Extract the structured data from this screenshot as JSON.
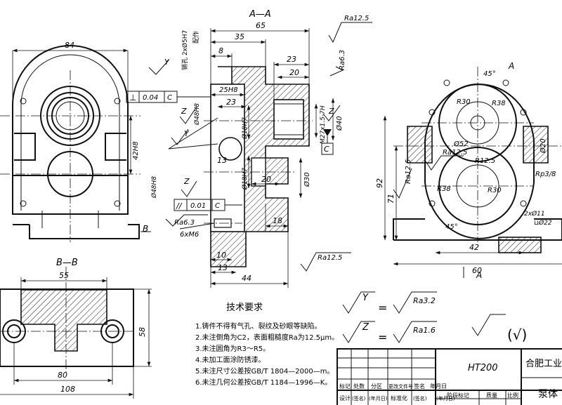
{
  "views": {
    "section_aa": "A—A",
    "section_bb": "B—B",
    "cut_label_a": "A",
    "cut_label_b": "B"
  },
  "dims": {
    "w84": "84",
    "h42": "42H8",
    "w65": "65",
    "w35": "35",
    "w8": "8",
    "w23a": "23",
    "w20a": "20",
    "h25": "25H8",
    "w23b": "23",
    "d18a": "Ø18H7",
    "d18b": "Ø18H7",
    "d48a": "Ø48H8",
    "d48b": "Ø48H8",
    "thread": "M27x1.5-7H",
    "d40": "Ø40",
    "w13": "13",
    "d30": "Ø30",
    "w20b": "20",
    "w18": "18",
    "w10": "10",
    "w13b": "13",
    "w44": "44",
    "pin_note": "销孔 2xØ5H7",
    "pin_note2": "配作",
    "bolt": "6xM6",
    "r30a": "R30",
    "r38a": "R38",
    "d52": "Ø52",
    "r12": "R12.5",
    "r38b": "R38",
    "r30b": "R30",
    "d20": "Ø20",
    "rp": "Rp3/8",
    "h92": "92",
    "h71": "71",
    "w42": "42",
    "w60": "60",
    "ang45a": "45°",
    "ang45b": "45°",
    "holes": "2xØ11",
    "cbore": "⊔Ø22",
    "w55": "55",
    "h58": "58",
    "w80": "80",
    "w108": "108"
  },
  "rough": {
    "r_top": "Ra12.5",
    "r_63a": "Ra6.3",
    "r_63b": "Ra6.3",
    "r_125b": "Ra12.5",
    "r_125c": "Ra12.5",
    "r_125d": "Ra12.5",
    "sym_y": "Y",
    "sym_z": "Z"
  },
  "tol": {
    "perp": "⊥",
    "perp_val": "0.04",
    "perp_ref": "C",
    "par": "//",
    "par_val": "0.01",
    "par_ref": "C",
    "datum": "C"
  },
  "tech": {
    "title": "技术要求",
    "items": [
      "1.铸件不得有气孔、裂纹及砂眼等缺陷。",
      "2.未注倒角为C2，表面粗糙度Ra为12.5μm。",
      "3.未注圆角为R3～R5。",
      "4.未加工面涂防锈漆。",
      "5.未注尺寸公差按GB/T 1804—2000—m。",
      "6.未注几何公差按GB/T 1184—1996—K。"
    ]
  },
  "legend": {
    "y_sym": "Y",
    "y_val": "Ra3.2",
    "z_sym": "Z",
    "z_val": "Ra1.6",
    "eq": "=",
    "paren": "(√)"
  },
  "title_block": {
    "material": "HT200",
    "company": "合肥工业",
    "part": "泵体",
    "row1": [
      "标记",
      "处数",
      "分区",
      "更改文件号",
      "签名",
      "年月日"
    ],
    "row2": [
      "设计",
      "(签名)",
      "(年月日)",
      "标准化",
      "(签名)",
      "(年月日)"
    ],
    "stage": "阶段标记",
    "mass": "质量",
    "scale": "比例"
  }
}
